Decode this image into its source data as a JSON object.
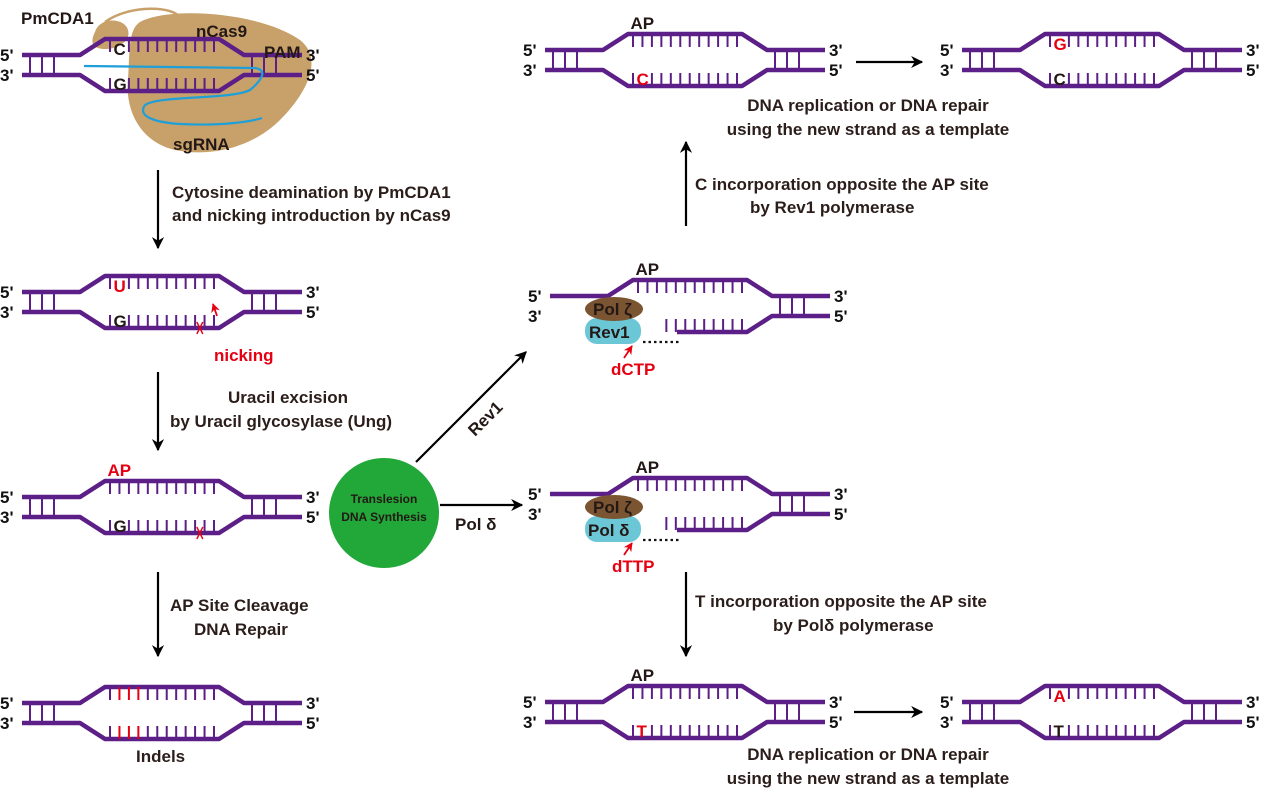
{
  "colors": {
    "dna": "#5b1f87",
    "mutation": "#e60012",
    "protein_cas9": "#c8a06a",
    "sgrna": "#1e9fd8",
    "tls_circle": "#22a838",
    "pol_zeta": "#7b5531",
    "pol_secondary": "#6bc7d6",
    "text": "#231815"
  },
  "ends": {
    "five": "5'",
    "three": "3'"
  },
  "step1": {
    "pmcda1_label": "PmCDA1",
    "ncas9_label": "nCas9",
    "pam_label": "PAM",
    "sgrna_label": "sgRNA",
    "top_base": "C",
    "bottom_base": "G"
  },
  "arrow1": {
    "line1": "Cytosine deamination by PmCDA1",
    "line2": "and nicking introduction by nCas9"
  },
  "step2": {
    "top_base": "U",
    "bottom_base": "G",
    "nick_label": "nicking"
  },
  "arrow2": {
    "line1": "Uracil excision",
    "line2": "by Uracil glycosylase (Ung)"
  },
  "step3": {
    "site_label": "AP",
    "bottom_base": "G"
  },
  "arrow3": {
    "line1": "AP Site Cleavage",
    "line2": "DNA Repair"
  },
  "step4": {
    "caption": "Indels"
  },
  "tls": {
    "line1": "Translesion",
    "line2": "DNA Synthesis",
    "rev1_branch": "Rev1",
    "pold_branch": "Pol δ"
  },
  "rev1_branch": {
    "site_label": "AP",
    "pol_zeta_label": "Pol ζ",
    "pol_label": "Rev1",
    "nucleotide_label": "dCTP"
  },
  "rev1_up_arrow": {
    "line1": "C incorporation opposite the AP site",
    "line2": "by Rev1 polymerase"
  },
  "rev1_result": {
    "site_label": "AP",
    "bottom_base": "C"
  },
  "rev1_final": {
    "top_base": "G",
    "bottom_base": "C"
  },
  "rev1_caption": {
    "line1": "DNA replication or DNA repair",
    "line2": "using the new strand as a template"
  },
  "pold_branch": {
    "site_label": "AP",
    "pol_zeta_label": "Pol ζ",
    "pol_label": "Pol δ",
    "nucleotide_label": "dTTP"
  },
  "pold_down_arrow": {
    "line1": "T incorporation opposite the AP site",
    "line2": "by Polδ polymerase"
  },
  "pold_result": {
    "site_label": "AP",
    "bottom_base": "T"
  },
  "pold_final": {
    "top_base": "A",
    "bottom_base": "T"
  },
  "pold_caption": {
    "line1": "DNA replication or DNA repair",
    "line2": "using the new strand as a template"
  }
}
